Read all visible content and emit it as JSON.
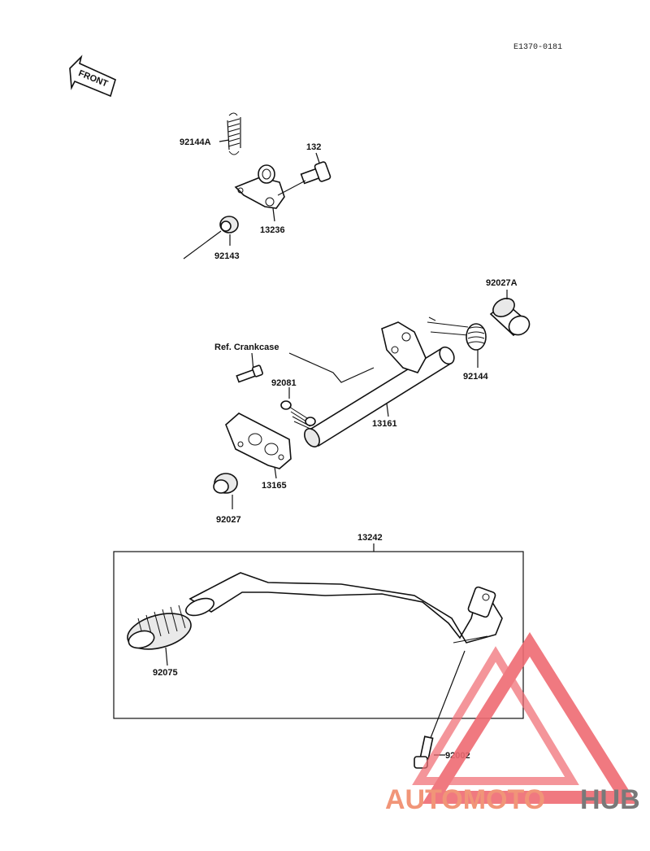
{
  "diagram_code": "E1370-0181",
  "front_label": "FRONT",
  "ref_label": "Ref. Crankcase",
  "parts": {
    "p92144A": "92144A",
    "p132": "132",
    "p13236": "13236",
    "p92143": "92143",
    "p92027A": "92027A",
    "p92144": "92144",
    "p92081": "92081",
    "p13161": "13161",
    "p13165": "13165",
    "p92027": "92027",
    "p13242": "13242",
    "p92075": "92075",
    "p92002": "92002"
  },
  "watermark": {
    "part1": "AUTOMOTO",
    "part2": "HUB",
    "color_auto": "#f5a65b",
    "color_moto": "#e8606a",
    "color_hub": "#6b6b6b",
    "triangle_color": "#ef6b73"
  }
}
